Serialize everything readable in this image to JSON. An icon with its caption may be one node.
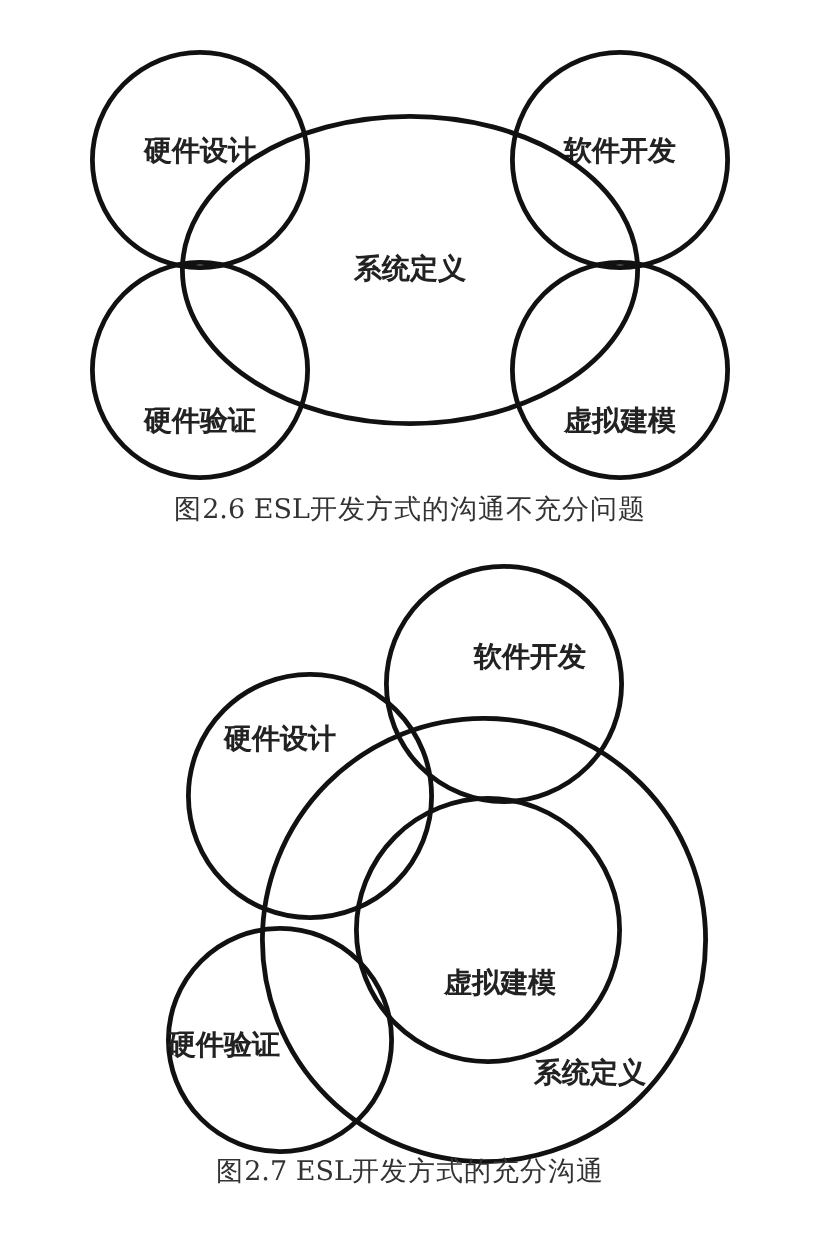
{
  "diagram": {
    "nodes": [
      {
        "text": [
          "硬件设计"
        ]
      },
      {
        "text": [
          "软件开发"
        ]
      },
      {
        "text": [
          "系统定义"
        ]
      },
      {
        "text": [
          "硬件验证"
        ]
      },
      {
        "text": [
          "虚拟建模"
        ]
      },
      {
        "text": [
          "软件开发"
        ]
      },
      {
        "text": [
          "硬件设计"
        ]
      },
      {
        "text": [
          "系统定义"
        ]
      },
      {
        "text": [
          "虚拟建模"
        ],
        "in": 7
      },
      {
        "text": [
          "硬件验证"
        ]
      }
    ],
    "labels": [
      "图2.6 ESL开发方式的沟通不充分问题",
      "图2.7 ESL开发方式的充分沟通"
    ]
  }
}
